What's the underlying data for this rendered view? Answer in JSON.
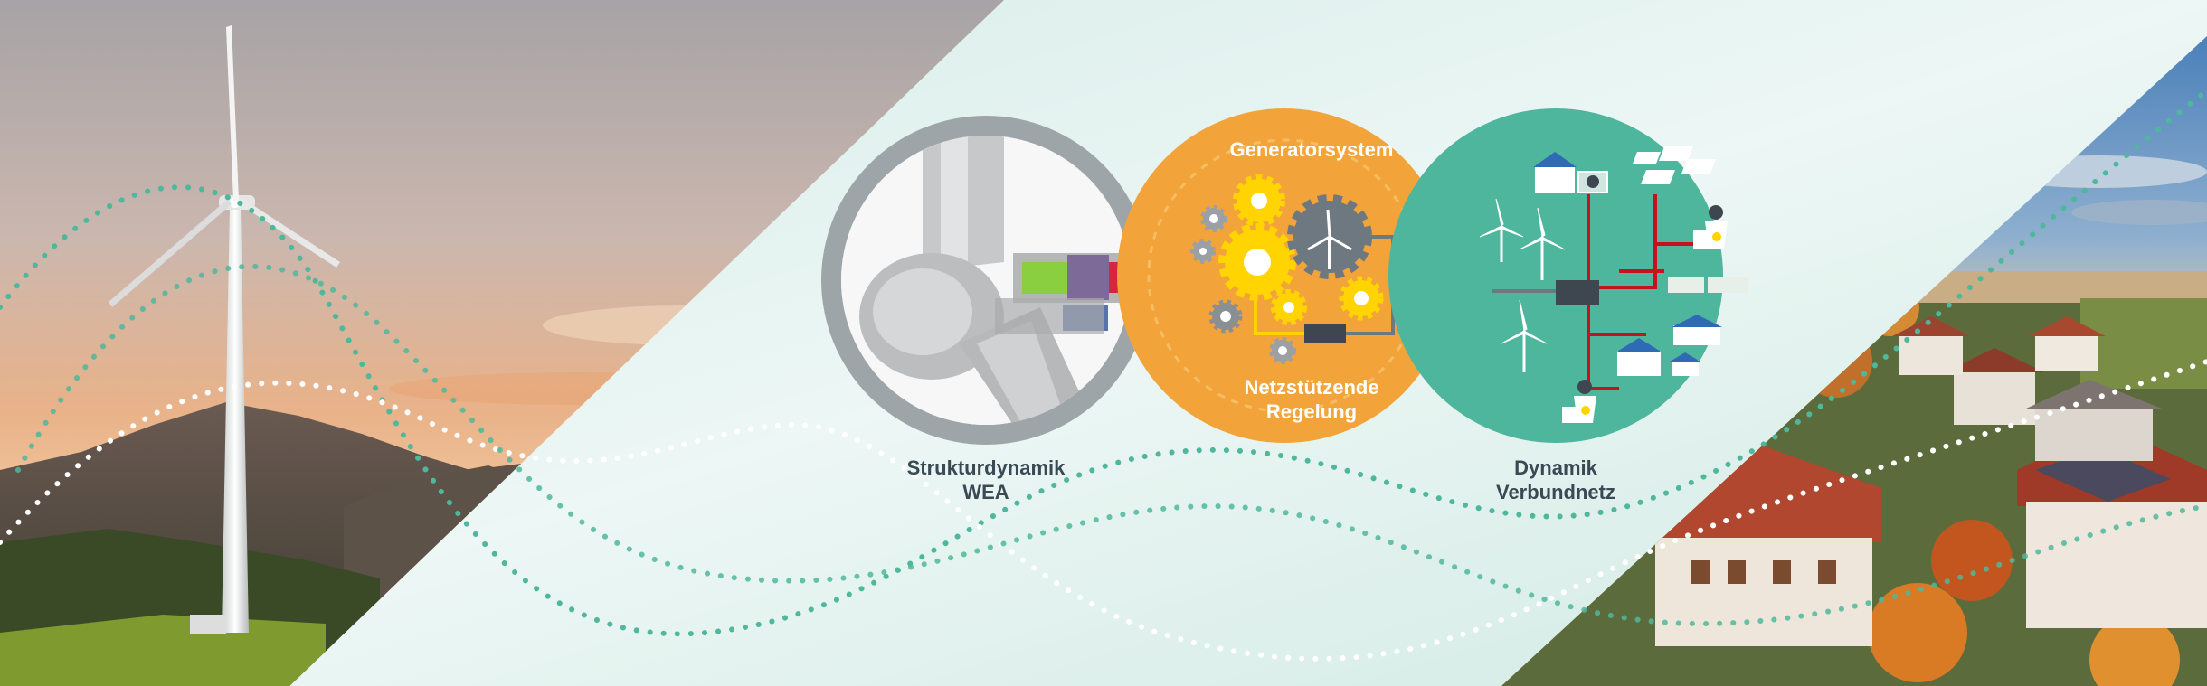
{
  "labels": {
    "struktur": {
      "line1": "Strukturdynamik",
      "line2": "WEA"
    },
    "generator": "Generatorsystem",
    "regelung": {
      "line1": "Netzstützende",
      "line2": "Regelung"
    },
    "dynamik": {
      "line1": "Dynamik",
      "line2": "Verbundnetz"
    }
  },
  "colors": {
    "orange": "#f2a43a",
    "teal": "#4db69c",
    "gray_ring": "#9ea5a8",
    "grid_red": "#c8101e",
    "gear_yellow": "#ffd400",
    "dots_teal": "#4fb79c"
  },
  "icons": [
    "wind-turbine-icon",
    "gear-icon",
    "solar-panel-icon",
    "house-icon",
    "nuclear-plant-icon",
    "battery-icon",
    "transformer-icon"
  ]
}
